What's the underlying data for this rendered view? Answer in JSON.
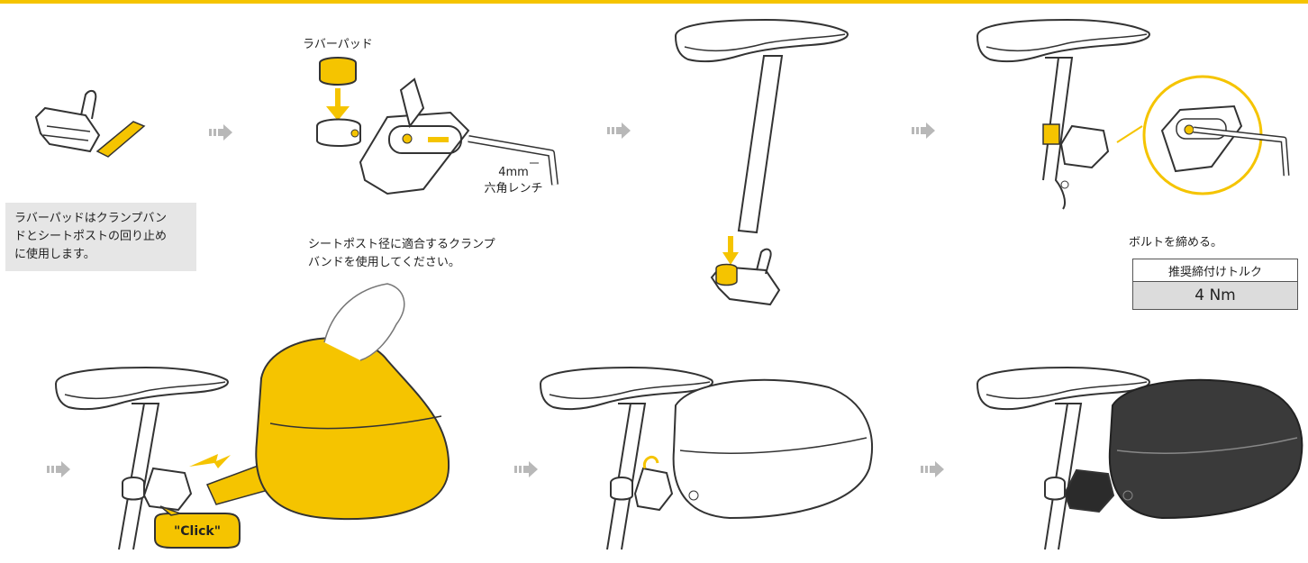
{
  "colors": {
    "accent": "#f5c400",
    "outline": "#333333",
    "dark_bag": "#3a3a3a",
    "note_bg": "#e6e6e6",
    "arrow_gray": "#b8b8b8"
  },
  "labels": {
    "rubber_pad": "ラバーパッド",
    "wrench_size": "4mm",
    "wrench_name": "六角レンチ",
    "click": "\"Click\""
  },
  "notes": {
    "rubber_pad_note_line1": "ラバーパッドはクランプバン",
    "rubber_pad_note_line2": "ドとシートポストの回り止め",
    "rubber_pad_note_line3": "に使用します。",
    "clamp_note_line1": "シートポスト径に適合するクランプ",
    "clamp_note_line2": "バンドを使用してください。",
    "tighten": "ボルトを締める。"
  },
  "torque": {
    "header": "推奨締付けトルク",
    "value": "4 Nm"
  }
}
